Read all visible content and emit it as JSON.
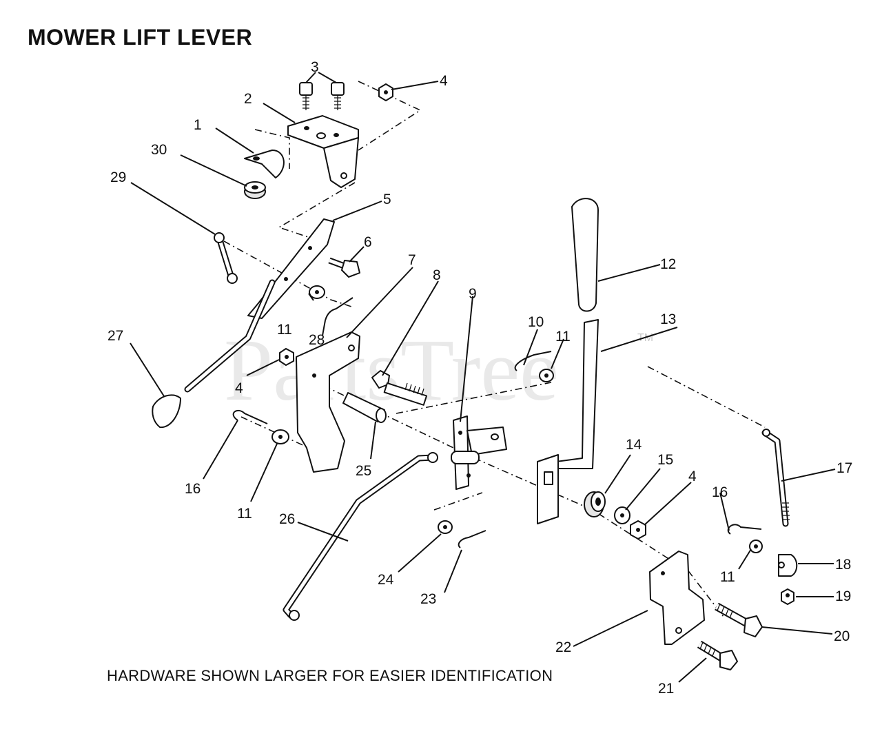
{
  "title": "MOWER LIFT LEVER",
  "footnote": "HARDWARE SHOWN LARGER FOR EASIER IDENTIFICATION",
  "watermark": {
    "text": "PartsTree",
    "trademark": "TM"
  },
  "callouts": [
    "1",
    "2",
    "3",
    "4",
    "4",
    "4",
    "5",
    "6",
    "7",
    "8",
    "9",
    "10",
    "11",
    "11",
    "11",
    "11",
    "12",
    "13",
    "14",
    "15",
    "16",
    "16",
    "17",
    "18",
    "19",
    "20",
    "21",
    "22",
    "23",
    "24",
    "25",
    "26",
    "27",
    "28",
    "29",
    "30"
  ]
}
